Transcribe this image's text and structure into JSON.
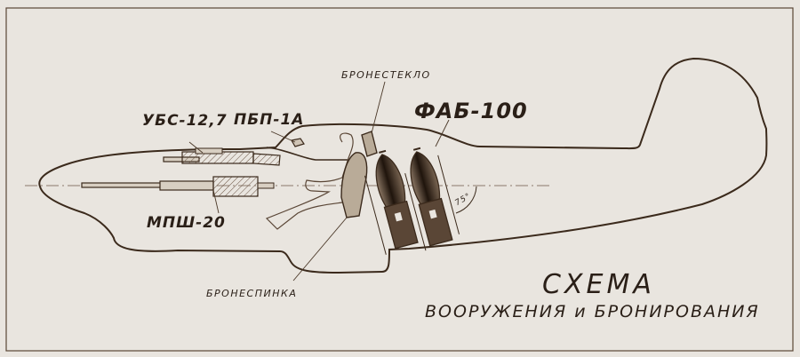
{
  "diagram": {
    "title": "СХЕМА",
    "subtitle": "ВООРУЖЕНИЯ и БРОНИРОВАНИЯ",
    "labels": {
      "machine_gun": "УБС-12,7",
      "gunsight": "ПБП-1А",
      "armored_glass": "БРОНЕСТЕКЛО",
      "bombs": "ФАБ-100",
      "cannon": "МПШ-20",
      "armored_backrest": "БРОНЕСПИНКА",
      "bomb_angle": "75°"
    },
    "colors": {
      "paper": "#e9e5df",
      "ink": "#3b2a1c",
      "armor_fill": "#b9ab98",
      "bomb_dark": "#2b1d12"
    }
  }
}
